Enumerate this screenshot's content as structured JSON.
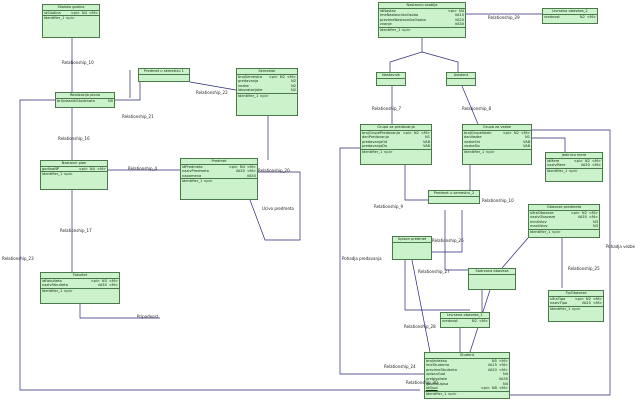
{
  "entities": [
    {
      "id": "skolska_godina",
      "title": "Skolska godina",
      "attrs": [
        [
          "skGodina",
          "<pi>",
          "N4",
          "<M>"
        ]
      ],
      "ident": "Identifier_1 <pi>"
    },
    {
      "id": "realizacija_plana",
      "title": "Realizacija plana",
      "attrs": [
        [
          "brUpisanihStudenata",
          "N5",
          ""
        ]
      ],
      "ident": ""
    },
    {
      "id": "predmet_semestar1",
      "title": "Predmet u semestru 1",
      "attrs": [],
      "ident": ""
    },
    {
      "id": "semestar",
      "title": "Semestar",
      "attrs": [
        [
          "brojSemestra",
          "<pi>",
          "N2",
          "<M>"
        ],
        [
          "predavanja",
          "",
          "N2",
          ""
        ],
        [
          "vezbe",
          "",
          "N2",
          ""
        ],
        [
          "laboratorijske",
          "",
          "N2",
          ""
        ]
      ],
      "ident": "Identifier_1 <pi>"
    },
    {
      "id": "nastavni_plan",
      "title": "Nastavni plan",
      "attrs": [
        [
          "godinaNP",
          "<pi>",
          "N4",
          "<M>"
        ]
      ],
      "ident": "Identifier_1 <pi>"
    },
    {
      "id": "predmet",
      "title": "Predmet",
      "attrs": [
        [
          "idPredmeta",
          "<pi>",
          "N4",
          "<M>"
        ],
        [
          "nazivPredmeta",
          "",
          "VA30",
          "<M>"
        ],
        [
          "napomena",
          "",
          "VA50",
          ""
        ]
      ],
      "ident": "Identifier_1 <pi>"
    },
    {
      "id": "fakultet",
      "title": "Fakultet",
      "attrs": [
        [
          "idFakulteta",
          "<pi>",
          "N3",
          "<M>"
        ],
        [
          "nazivFakulteta",
          "",
          "VA30",
          "<M>"
        ]
      ],
      "ident": "Identifier_1 <pi>"
    },
    {
      "id": "nastavno_osoblje",
      "title": "Nastavno osoblje",
      "attrs": [
        [
          "idNastav",
          "",
          "<pi>",
          "N4"
        ],
        [
          "imeNastavnikaOsoba",
          "",
          "VA15",
          ""
        ],
        [
          "prezimeNastavnikaOsoba",
          "",
          "VA20",
          ""
        ],
        [
          "zvanje",
          "",
          "VA30",
          ""
        ]
      ],
      "ident": "Identifier_1 <pi>"
    },
    {
      "id": "izvrsena_obaveza2",
      "title": "Izvrsena obaveza_2",
      "attrs": [
        [
          "vrednost",
          "N2",
          "<M>"
        ]
      ],
      "ident": ""
    },
    {
      "id": "nastavnik",
      "title": "Nastavnik",
      "attrs": [],
      "ident": ""
    },
    {
      "id": "asistent",
      "title": "Asistent",
      "attrs": [],
      "ident": ""
    },
    {
      "id": "grupa_predavanja",
      "title": "Grupa za predavanja",
      "attrs": [
        [
          "brojGrupePredavanja",
          "<pi>",
          "N2",
          "<M>"
        ],
        [
          "danPredavanja",
          "",
          "N1",
          ""
        ],
        [
          "predavanjaOd",
          "",
          "VA8",
          ""
        ],
        [
          "predavanjaDo",
          "",
          "VA8",
          ""
        ]
      ],
      "ident": "Identifier_1 <pi>"
    },
    {
      "id": "grupa_vezbe",
      "title": "Grupa za vezbe",
      "attrs": [
        [
          "brojGrupeVezbi",
          "<pi>",
          "N2",
          "<M>"
        ],
        [
          "danVezbe",
          "",
          "N1",
          ""
        ],
        [
          "vezbeOd",
          "",
          "VA8",
          ""
        ],
        [
          "vezbeDo",
          "",
          "VA8",
          ""
        ]
      ],
      "ident": "Identifier_1 <pi>"
    },
    {
      "id": "jedinica_mere",
      "title": "Jedinica mere",
      "attrs": [
        [
          "idMere",
          "<pi>",
          "N2",
          "<M>"
        ],
        [
          "nazivMere",
          "",
          "VA30",
          "<M>"
        ]
      ],
      "ident": "Identifier_1 <pi>"
    },
    {
      "id": "predmet_semestar2",
      "title": "Predmet u semestru_2",
      "attrs": [],
      "ident": ""
    },
    {
      "id": "obaveze_predmeta",
      "title": "Obaveze predmeta",
      "attrs": [
        [
          "sifraObaveze",
          "<pi>",
          "N2",
          "<M>"
        ],
        [
          "nazivObaveze",
          "",
          "VA30",
          "<M>"
        ],
        [
          "minUslov",
          "",
          "N3",
          ""
        ],
        [
          "maxUslov",
          "",
          "N3",
          ""
        ]
      ],
      "ident": "Identifier_1 <pi>"
    },
    {
      "id": "upisan_predmet",
      "title": "Upisan predmet",
      "attrs": [],
      "ident": ""
    },
    {
      "id": "sadrzana_obaveza",
      "title": "Sadrzana obaveza",
      "attrs": [],
      "ident": ""
    },
    {
      "id": "tip_obaveze",
      "title": "TipObaveze",
      "attrs": [
        [
          "sifraTipa",
          "<pi>",
          "N2",
          "<M>"
        ],
        [
          "nazivTipa",
          "",
          "VA20",
          "<M>"
        ]
      ],
      "ident": "Identifier_1 <pi>"
    },
    {
      "id": "izvrsena_obaveza",
      "title": "Izvrsena obaveza_1",
      "attrs": [
        [
          "vrednost",
          "N2",
          "<M>"
        ]
      ],
      "ident": ""
    },
    {
      "id": "student",
      "title": "Student",
      "attrs": [
        [
          "brojIndeksa",
          "",
          "N5",
          "<M>"
        ],
        [
          "imeStudenta",
          "",
          "VA15",
          "<M>"
        ],
        [
          "prezimeStudenta",
          "",
          "VA20",
          "<M>"
        ],
        [
          "upisanGod",
          "",
          "N4",
          ""
        ],
        [
          "prebivaliste",
          "",
          "VA30",
          ""
        ],
        [
          "godinaUpisa",
          "",
          "N4",
          ""
        ],
        [
          "idStud",
          "<pi>",
          "N8",
          "<M>"
        ]
      ],
      "ident": "Identifier_1 <pi>"
    }
  ],
  "labels": [
    {
      "id": "r10",
      "text": "Relationship_10"
    },
    {
      "id": "r21",
      "text": "Relationship_21"
    },
    {
      "id": "r22",
      "text": "Relationship_22"
    },
    {
      "id": "r16",
      "text": "Relationship_16"
    },
    {
      "id": "r4",
      "text": "Relationship_4"
    },
    {
      "id": "r20",
      "text": "Relationship_20"
    },
    {
      "id": "ucivo",
      "text": "Ucivo predmeta"
    },
    {
      "id": "r17",
      "text": "Relationship_17"
    },
    {
      "id": "r23",
      "text": "Relationship_23"
    },
    {
      "id": "pripada",
      "text": "Pripadnost"
    },
    {
      "id": "r29",
      "text": "Relationship_29"
    },
    {
      "id": "r7",
      "text": "Relationship_7"
    },
    {
      "id": "r8",
      "text": "Relationship_8"
    },
    {
      "id": "r9",
      "text": "Relationship_9"
    },
    {
      "id": "r10b",
      "text": "Relationship_10"
    },
    {
      "id": "r26",
      "text": "Relationship_26"
    },
    {
      "id": "r25",
      "text": "Relationship_25"
    },
    {
      "id": "r27",
      "text": "Relationship_27"
    },
    {
      "id": "pohadja_vezbe",
      "text": "Pohadja vezbe"
    },
    {
      "id": "pohadja_pred",
      "text": "Pohadja predavanja"
    },
    {
      "id": "r28",
      "text": "Relationship_28"
    },
    {
      "id": "r24",
      "text": "Relationship_24"
    },
    {
      "id": "r30",
      "text": "Relationship_30"
    }
  ]
}
